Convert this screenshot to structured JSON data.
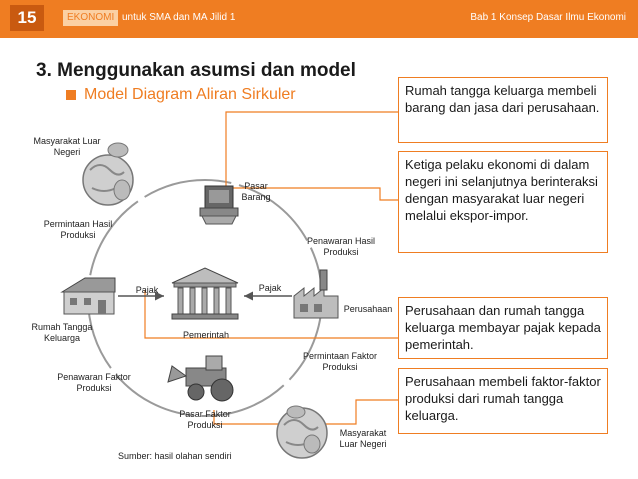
{
  "header": {
    "page_number": "15",
    "tag": "EKONOMI",
    "subtitle": "untuk SMA dan MA Jilid 1",
    "chapter": "Bab 1 Konsep Dasar Ilmu Ekonomi"
  },
  "title": "3. Menggunakan asumsi dan model",
  "bullet": "Model Diagram Aliran Sirkuler",
  "boxes": [
    "Rumah tangga keluarga membeli barang dan jasa dari perusahaan.",
    "Ketiga pelaku ekonomi di dalam negeri ini selanjutnya berinteraksi dengan masyarakat luar negeri melalui ekspor-impor.",
    "Perusahaan dan rumah tangga keluarga membayar pajak kepada pemerintah.",
    "Perusahaan membeli faktor-faktor produksi dari rumah tangga keluarga."
  ],
  "diagram": {
    "masyarakat_luar_negeri_top": "Masyarakat Luar Negeri",
    "pasar_barang": "Pasar Barang",
    "permintaan_hasil_produksi": "Permintaan Hasil Produksi",
    "penawaran_hasil_produksi": "Penawaran Hasil Produksi",
    "pajak_left": "Pajak",
    "pajak_right": "Pajak",
    "rumah_tangga_keluarga": "Rumah Tangga Keluarga",
    "perusahaan": "Perusahaan",
    "pemerintah": "Pemerintah",
    "permintaan_faktor_produksi": "Permintaan Faktor Produksi",
    "penawaran_faktor_produksi": "Penawaran Faktor Produksi",
    "pasar_faktor_produksi": "Pasar Faktor Produksi",
    "masyarakat_luar_negeri_bottom": "Masyarakat Luar Negeri",
    "source": "Sumber: hasil olahan sendiri"
  },
  "colors": {
    "accent": "#ef7d22",
    "dark_accent": "#c95a10"
  }
}
